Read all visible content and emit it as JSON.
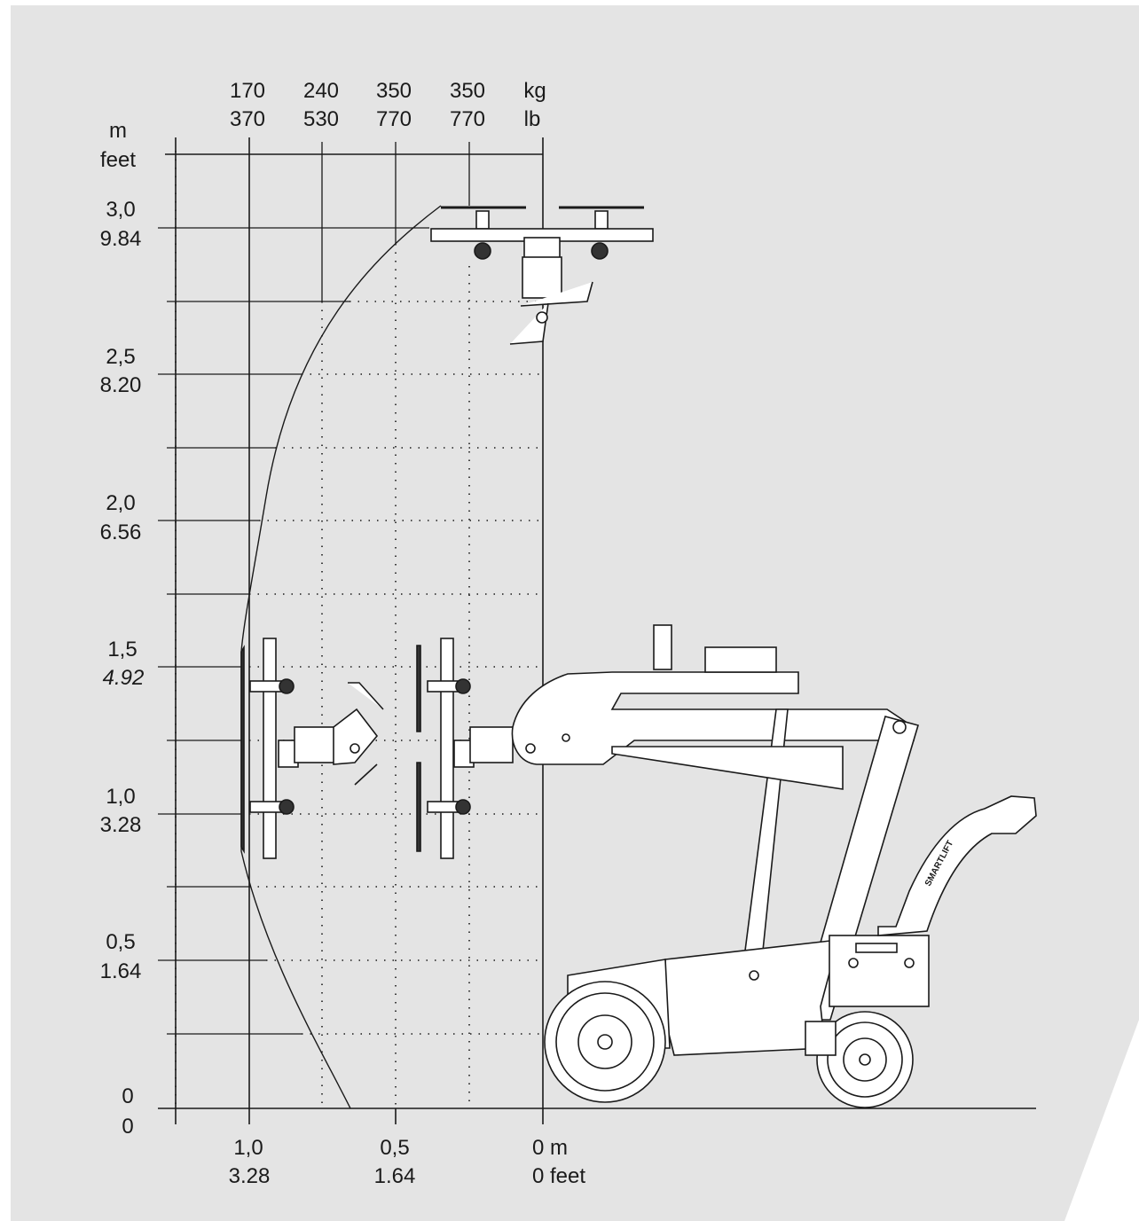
{
  "colors": {
    "background": "#e4e4e4",
    "outer": "#ffffff",
    "ink": "#1a1a1a"
  },
  "units": {
    "height_metric": "m",
    "height_imperial": "feet",
    "load_metric": "kg",
    "load_imperial": "lb"
  },
  "load_columns": [
    {
      "kg": "170",
      "lb": "370"
    },
    {
      "kg": "240",
      "lb": "530"
    },
    {
      "kg": "350",
      "lb": "770"
    },
    {
      "kg": "350",
      "lb": "770"
    }
  ],
  "height_ticks": [
    {
      "m": "3,0",
      "ft": "9.84"
    },
    {
      "m": "2,5",
      "ft": "8.20"
    },
    {
      "m": "2,0",
      "ft": "6.56"
    },
    {
      "m": "1,5",
      "ft": "4.92"
    },
    {
      "m": "1,0",
      "ft": "3.28"
    },
    {
      "m": "0,5",
      "ft": "1.64"
    },
    {
      "m": "0",
      "ft": "0"
    }
  ],
  "reach_ticks": [
    {
      "m": "1,0",
      "ft": "3.28"
    },
    {
      "m": "0,5",
      "ft": "1.64"
    },
    {
      "m": "0 m",
      "ft": "0 feet"
    }
  ],
  "machine_brand_text": "SMARTLIFT",
  "icons": [
    "vacuum-lifter-machine-icon",
    "suction-cup-icon"
  ]
}
